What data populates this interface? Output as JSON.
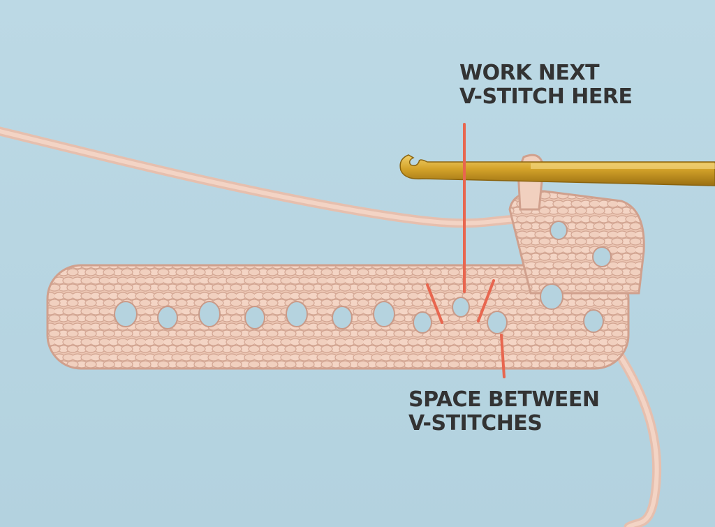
{
  "annotations": {
    "top_line1": "WORK NEXT",
    "top_line2": "V-STITCH HERE",
    "bottom_line1": "SPACE BETWEEN",
    "bottom_line2": "V-STITCHES"
  },
  "colors": {
    "background": "#b8d6e2",
    "yarn": "#efcbb9",
    "yarn_shadow": "#d6a996",
    "hook_gold": "#d4a32a",
    "pointer_lines": "#e8664f",
    "label_text": "#333333"
  },
  "icons": {
    "hook": "crochet-hook-icon"
  }
}
